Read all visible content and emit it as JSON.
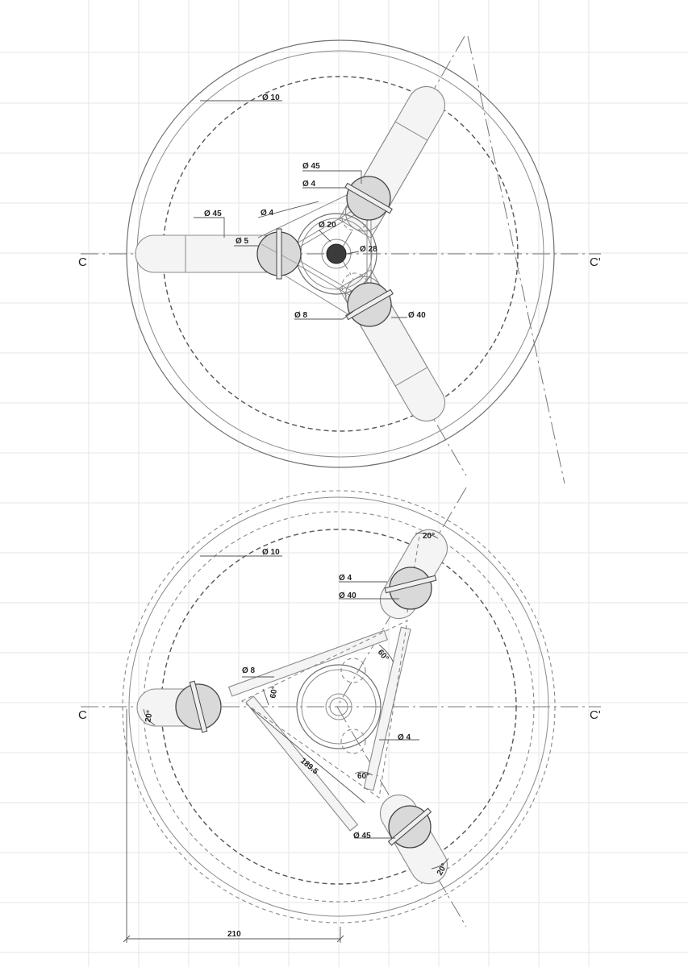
{
  "top_view": {
    "labels": {
      "ring_diameter": "Ø 10",
      "rod_top_diameter": "Ø 45",
      "pin_top_diameter": "Ø 4",
      "rod_left_diameter": "Ø 45",
      "cable_diameter": "Ø 4",
      "pin_left_diameter": "Ø 5",
      "hub_outer_diameter": "Ø 20",
      "hub_inner_diameter": "Ø 28",
      "frame_diameter": "Ø 8",
      "rod_bottom_diameter": "Ø 40"
    },
    "section_left": "C",
    "section_right": "C'"
  },
  "bottom_view": {
    "labels": {
      "ring_diameter": "Ø 10",
      "pin_diameter": "Ø 4",
      "rod_diameter": "Ø 40",
      "frame_diameter": "Ø 8",
      "cable_diameter": "Ø 4",
      "rod_bottom_diameter": "Ø 45",
      "edge_length": "189.5",
      "overall_width": "210",
      "angle_top": "20°",
      "angle_left": "20°",
      "angle_bottom": "20°",
      "angle_a": "60°",
      "angle_b": "60°",
      "angle_c": "60°"
    },
    "section_left": "C",
    "section_right": "C'"
  }
}
